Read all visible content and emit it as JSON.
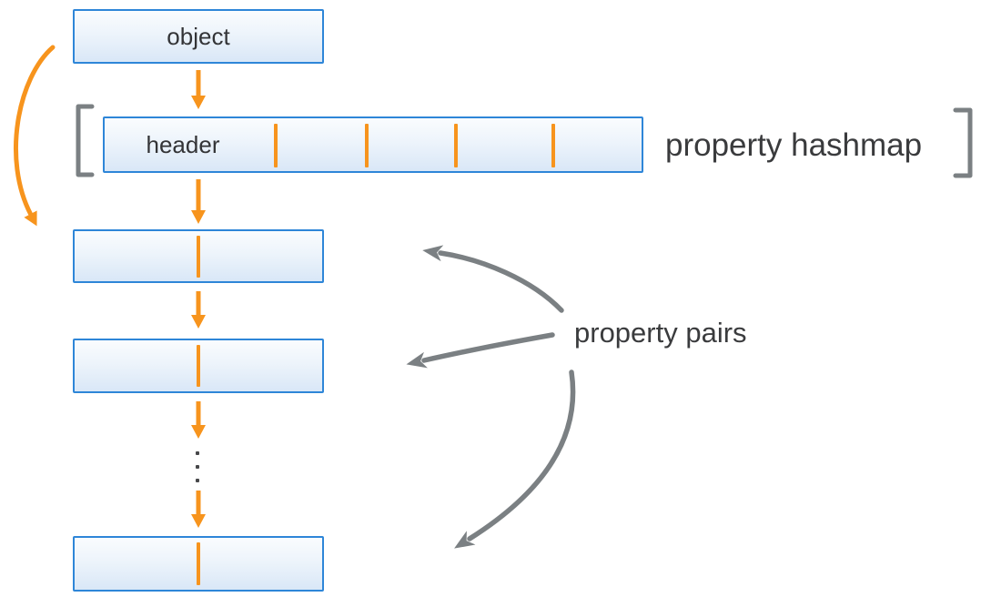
{
  "colors": {
    "accent_orange": "#F7941D",
    "box_border_blue": "#2E86D8",
    "box_fill_top": "#F9FBFE",
    "box_fill_bottom": "#D9E7F7",
    "gray": "#7B8083",
    "text_dark": "#333437"
  },
  "diagram": {
    "object_box": {
      "label": "object"
    },
    "hashmap_row": {
      "header_label": "header",
      "divider_count": 4,
      "annotation": "property hashmap"
    },
    "property_pairs": {
      "annotation": "property pairs",
      "visible_box_count": 3
    }
  }
}
